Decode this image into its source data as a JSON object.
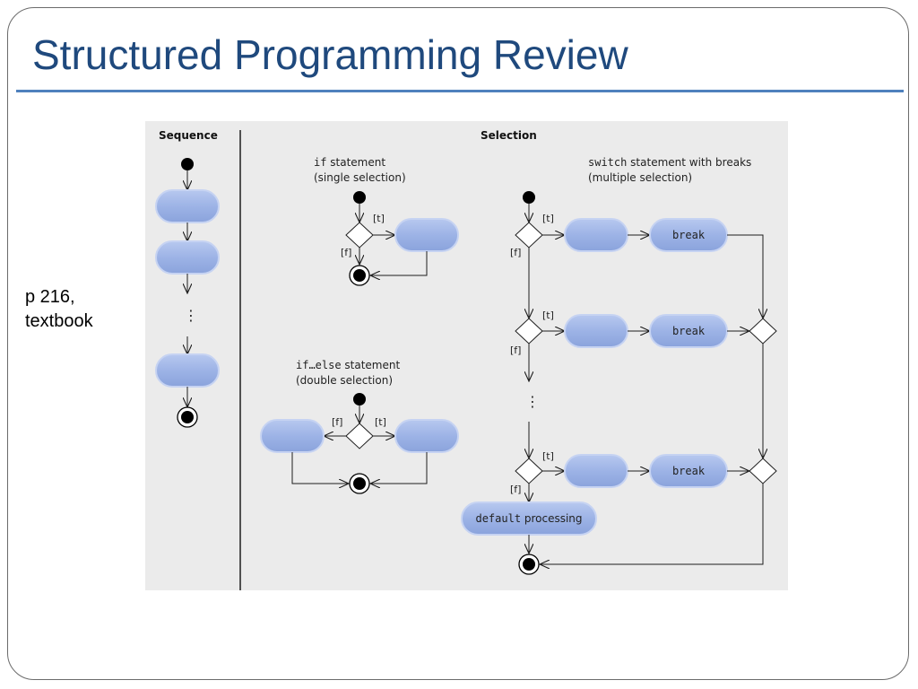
{
  "slide": {
    "title": "Structured Programming Review",
    "note_lines": [
      "p 216,",
      "textbook"
    ]
  },
  "diagram": {
    "sequence_header": "Sequence",
    "selection_header": "Selection",
    "if_caption": {
      "keyword": "if",
      "text": " statement",
      "sub": "(single selection)"
    },
    "ifelse_caption": {
      "keyword": "if…else",
      "text": " statement",
      "sub": "(double selection)"
    },
    "switch_caption": {
      "keyword": "switch",
      "text": " statement with breaks",
      "sub": "(multiple selection)"
    },
    "guard_true": "[t]",
    "guard_false": "[f]",
    "ellipsis": "⋮",
    "break_label": "break",
    "default_keyword": "default",
    "default_text": " processing",
    "colors": {
      "action_fill": "#9fb4e6",
      "action_highlight": "#c3d1f2",
      "line": "#1e1e1e",
      "background": "#ebebeb"
    }
  }
}
